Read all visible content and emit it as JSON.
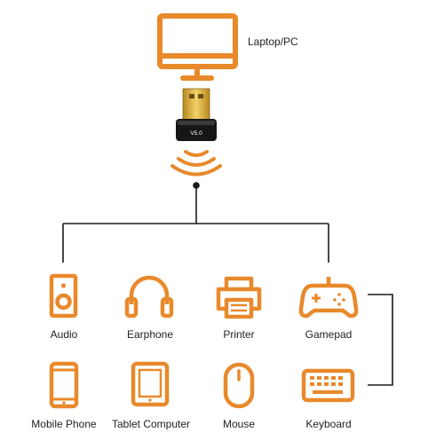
{
  "host": {
    "label": "Laptop/PC",
    "icon": "monitor-icon"
  },
  "dongle": {
    "label": "V5.0",
    "icon": "usb-bluetooth-dongle-icon"
  },
  "signal_icon": "bluetooth-signal-waves-icon",
  "accent_color": "#E8892B",
  "line_color": "#1a1a1a",
  "devices": [
    {
      "label": "Audio",
      "icon": "speaker-icon"
    },
    {
      "label": "Earphone",
      "icon": "headphones-icon"
    },
    {
      "label": "Printer",
      "icon": "printer-icon"
    },
    {
      "label": "Gamepad",
      "icon": "gamepad-icon"
    },
    {
      "label": "Mobile Phone",
      "icon": "mobile-phone-icon"
    },
    {
      "label": "Tablet Computer",
      "icon": "tablet-icon"
    },
    {
      "label": "Mouse",
      "icon": "mouse-icon"
    },
    {
      "label": "Keyboard",
      "icon": "keyboard-icon"
    }
  ]
}
